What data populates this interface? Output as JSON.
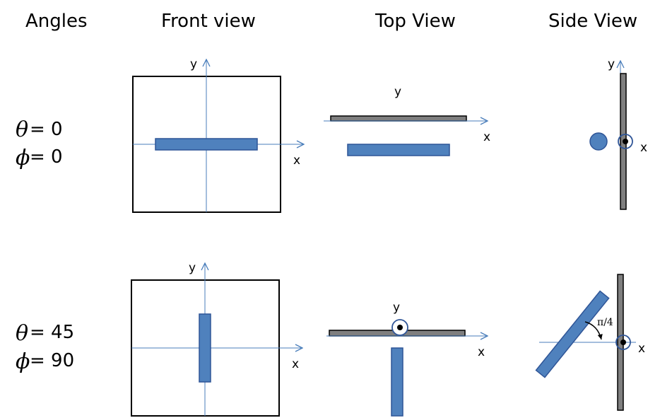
{
  "headers": {
    "angles": "Angles",
    "front": "Front view",
    "top": "Top View",
    "side": "Side View"
  },
  "axis": {
    "x": "x",
    "y": "y"
  },
  "rows": [
    {
      "theta_symbol": "θ",
      "theta_value": "= 0",
      "phi_symbol": "ϕ",
      "phi_value": "= 0"
    },
    {
      "theta_symbol": "θ",
      "theta_value": "= 45",
      "phi_symbol": "ϕ",
      "phi_value": "= 90",
      "rotation_label": "π/4"
    }
  ],
  "colors": {
    "dipole_fill": "#4f81bd",
    "dipole_stroke": "#2f5597",
    "axis_line": "#4a7ebb",
    "plate_fill": "#7f7f7f",
    "box_stroke": "#000000"
  }
}
